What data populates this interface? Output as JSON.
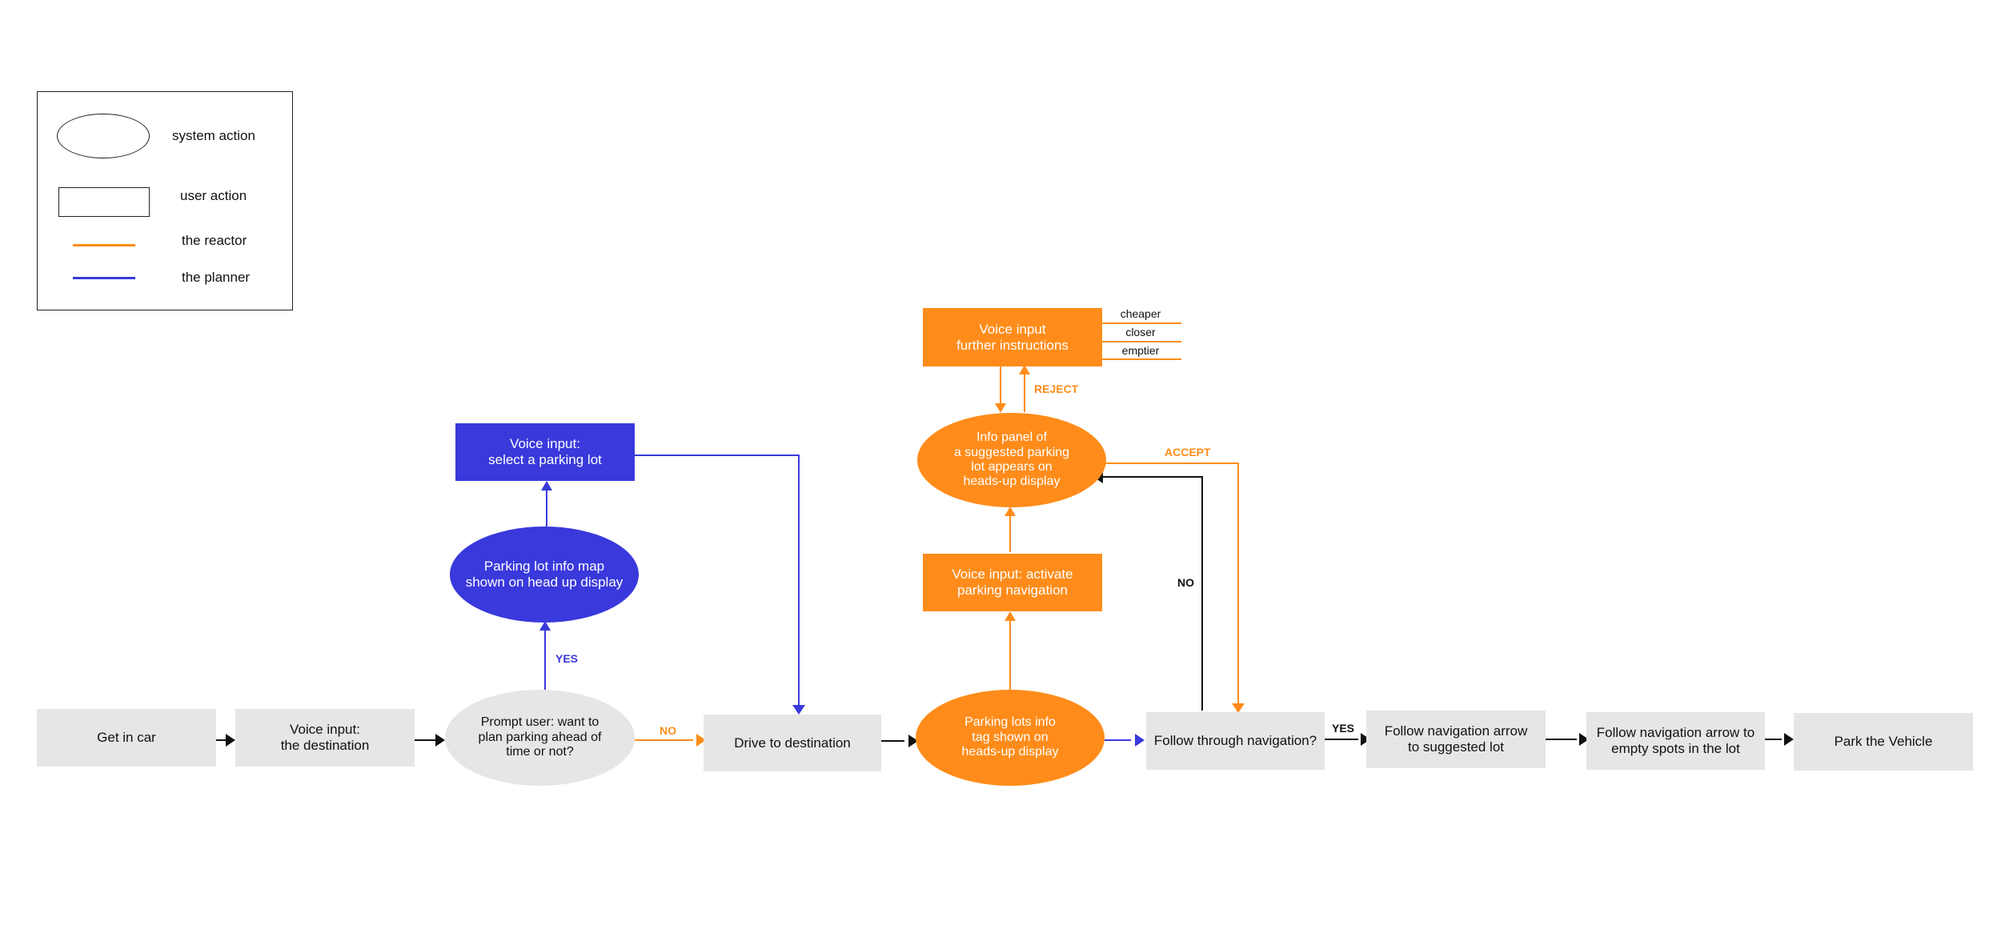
{
  "legend": {
    "system_action": "system action",
    "user_action": "user action",
    "reactor": "the reactor",
    "planner": "the planner"
  },
  "nodes": {
    "get_in_car": "Get in car",
    "voice_destination": "Voice input:\nthe destination",
    "prompt_user": "Prompt user: want to\nplan parking ahead of\ntime or not?",
    "parking_map": "Parking lot info map\nshown on head up display",
    "select_lot": "Voice input:\nselect a parking lot",
    "drive": "Drive to destination",
    "parking_tag": "Parking lots info\ntag shown on\nheads-up display",
    "activate_nav": "Voice input: activate\nparking navigation",
    "info_panel": "Info panel of\na suggested parking\nlot appears on\nheads-up display",
    "further_instr": "Voice input\nfurther instructions",
    "follow_through": "Follow through navigation?",
    "follow_suggested": "Follow navigation arrow\nto suggested lot",
    "follow_empty": "Follow navigation arrow to\nempty spots in the lot",
    "park": "Park the Vehicle"
  },
  "options": [
    "cheaper",
    "closer",
    "emptier"
  ],
  "edge_labels": {
    "yes_plan": "YES",
    "no_plan": "NO",
    "reject": "REJECT",
    "accept": "ACCEPT",
    "no_follow": "NO",
    "yes_follow": "YES"
  },
  "colors": {
    "reactor": "#ff8c1a",
    "planner": "#3939dc",
    "neutral": "#e6e6e6",
    "line": "#111111"
  }
}
